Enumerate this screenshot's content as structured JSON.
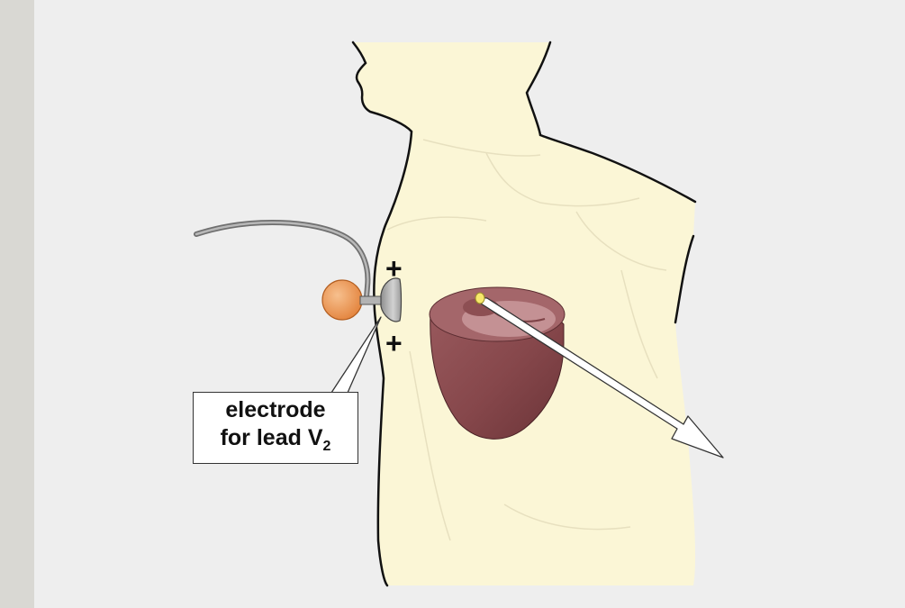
{
  "diagram": {
    "electrode_label_line1": "electrode",
    "electrode_label_line2_prefix": "for lead V",
    "electrode_label_line2_subscript": "2",
    "polarity_top": "+",
    "polarity_bottom": "+",
    "colors": {
      "background": "#eeeeee",
      "torso_skin": "#fbf6d6",
      "heart": "#8a4a4e",
      "electrode_bulb": "#ef9a52",
      "electrode_cup": "#a9a9a9",
      "vector_arrow": "#ffffff"
    }
  }
}
